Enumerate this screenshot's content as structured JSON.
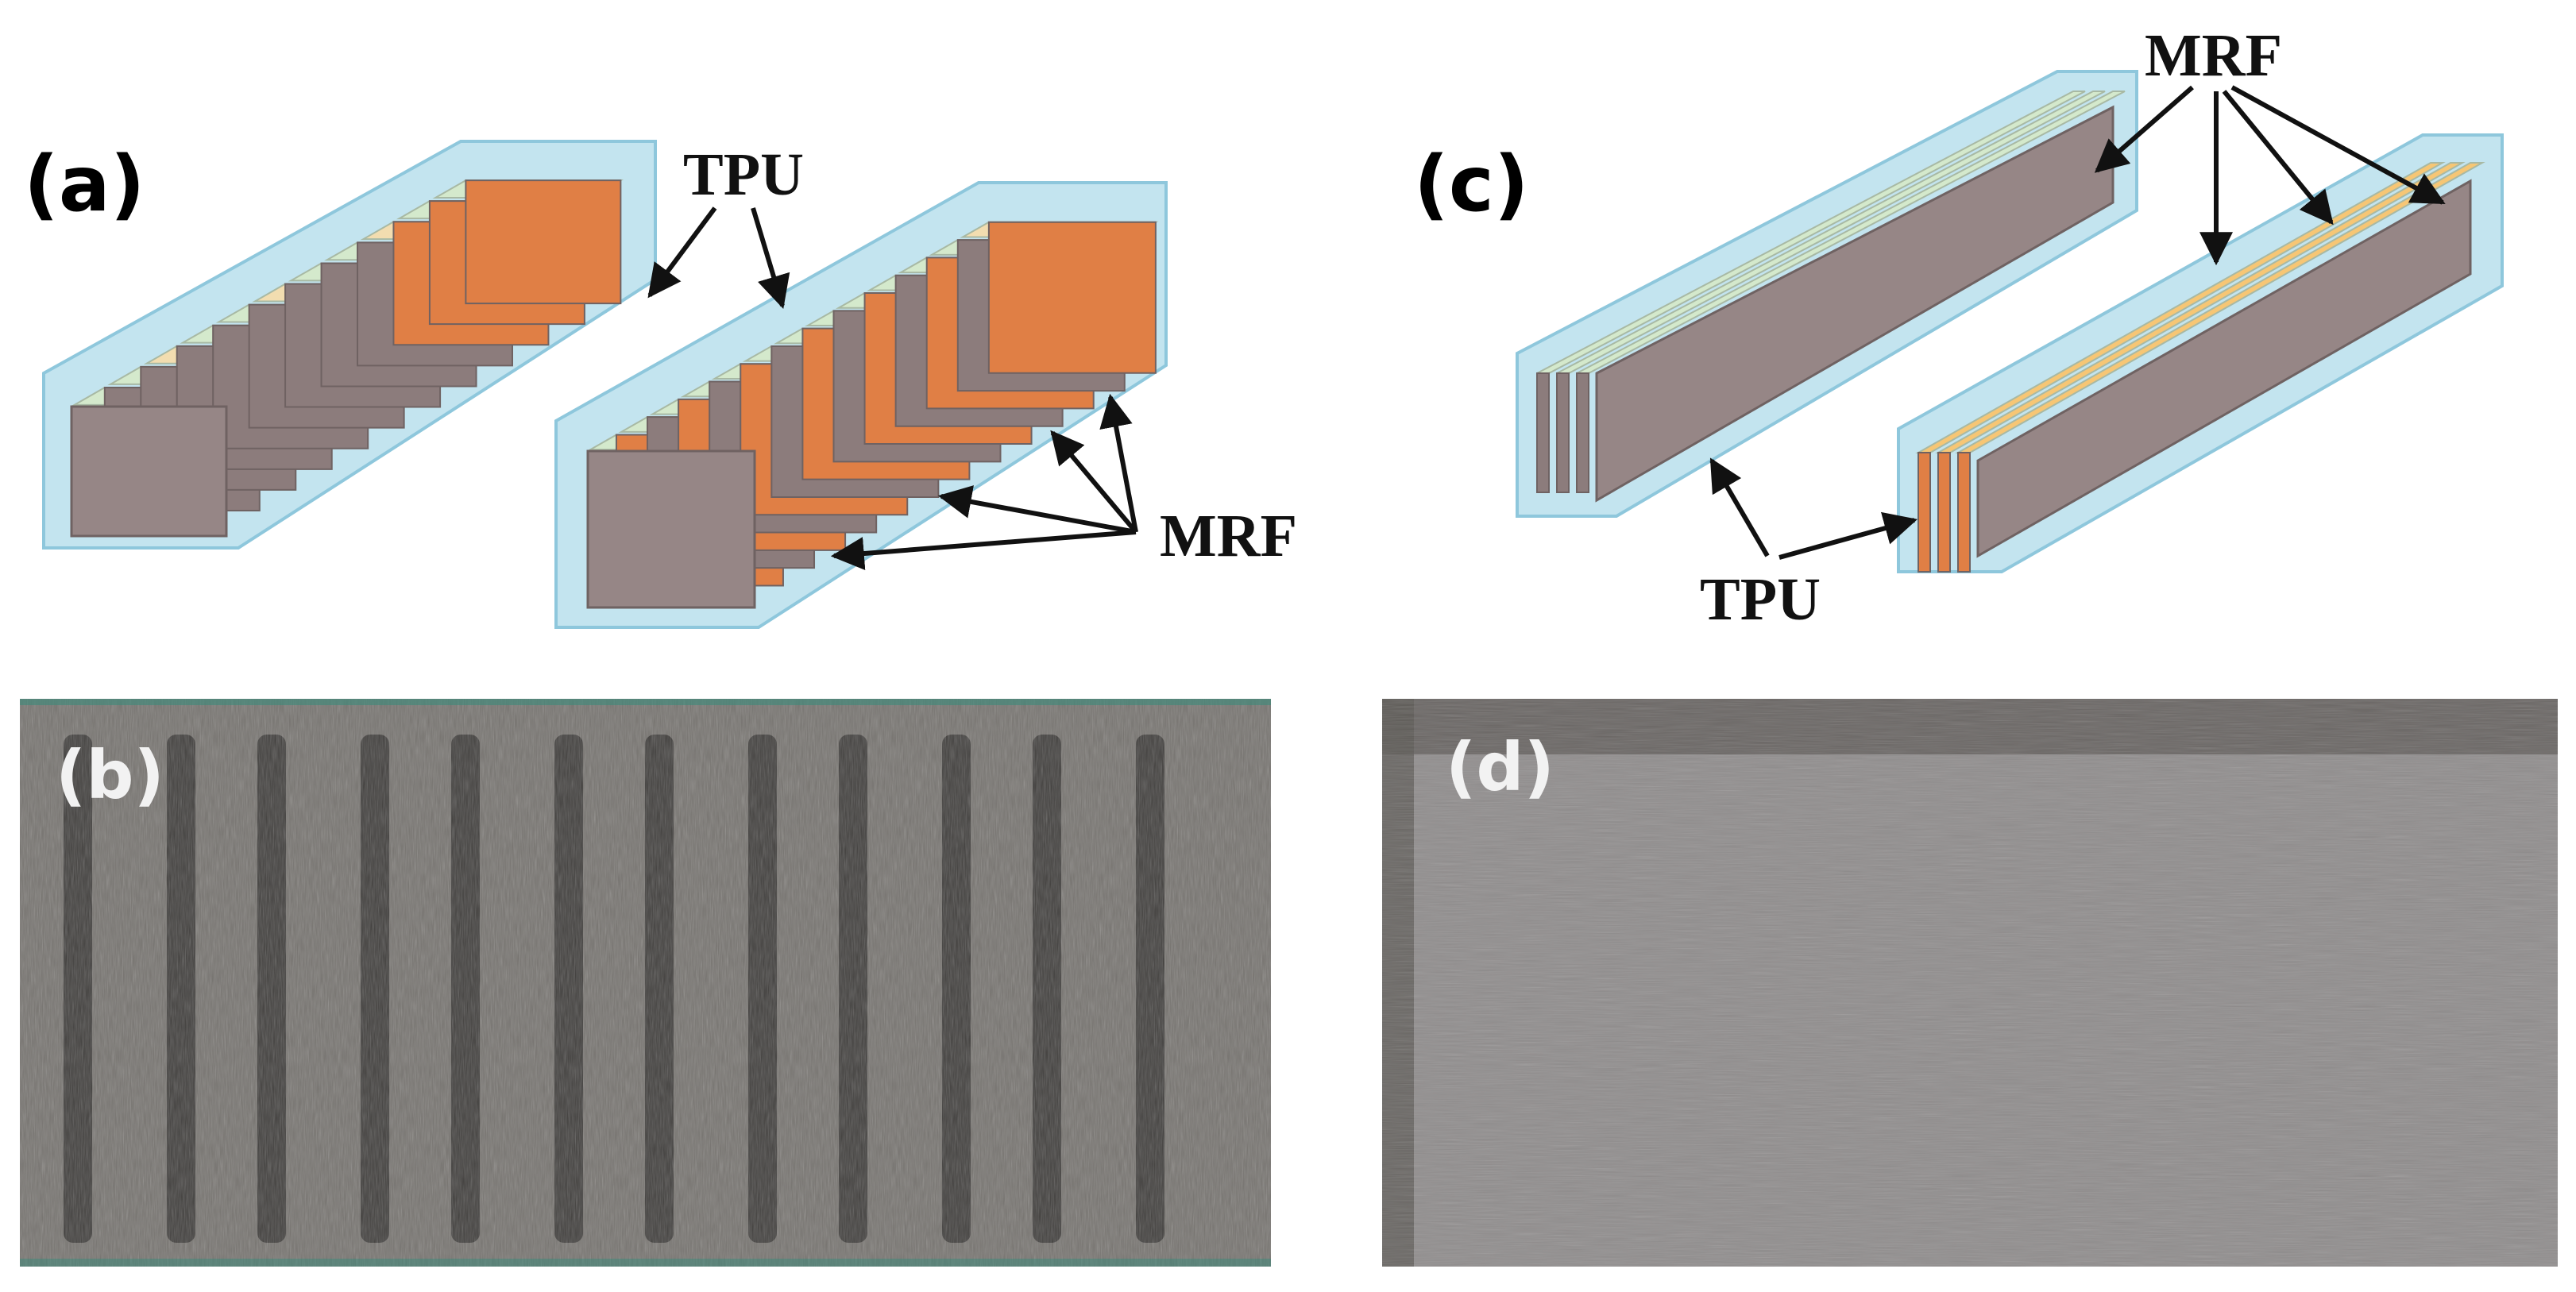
{
  "panels": {
    "a": {
      "label": "(a)",
      "callouts": {
        "tpu": "TPU",
        "mrf": "MRF"
      },
      "block1": {
        "stripes": 11,
        "pattern": "alternating"
      },
      "block2": {
        "stripes": 13,
        "pattern": "alternating"
      }
    },
    "b": {
      "label": "(b)",
      "dark_stripes": 12
    },
    "c": {
      "label": "(c)",
      "callouts": {
        "tpu": "TPU",
        "mrf": "MRF"
      },
      "block1": {
        "stripes": 3,
        "pattern": "green"
      },
      "block2": {
        "stripes": 3,
        "pattern": "yellow"
      }
    },
    "d": {
      "label": "(d)"
    }
  },
  "colors": {
    "tpu_fill": "#b9dfec",
    "tpu_edge": "#8ec7dc",
    "top_green": "#d4e9cc",
    "top_yellow": "#f2ddb0",
    "orange_top": "#f6c675",
    "front_grey": "#968686",
    "strip_orange": "#e07f45",
    "strip_grey": "#8c7c7c",
    "arrow": "#111111",
    "photo_b": "#6c6966",
    "photo_d": "#8f8c8c"
  }
}
